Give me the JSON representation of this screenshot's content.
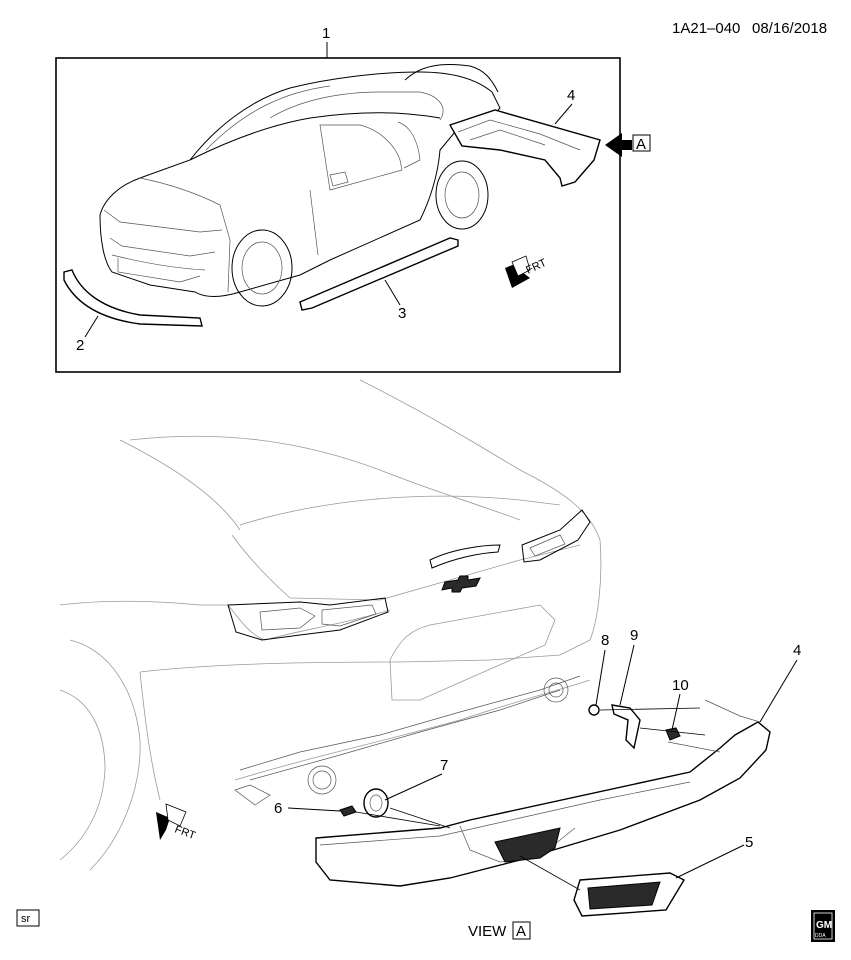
{
  "header": {
    "doc_id": "1A21–040",
    "date": "08/16/2018"
  },
  "callouts": {
    "c1": "1",
    "c2": "2",
    "c3": "3",
    "c4_top": "4",
    "c4_bottom": "4",
    "c5": "5",
    "c6": "6",
    "c7": "7",
    "c8": "8",
    "c9": "9",
    "c10": "10"
  },
  "direction": {
    "frt_top": "FRT",
    "frt_bottom": "FRT"
  },
  "view": {
    "label": "VIEW",
    "letter": "A",
    "arrow_letter": "A"
  },
  "footer": {
    "sr": "sr",
    "gm": "GM",
    "gm_sub": "DDA"
  }
}
